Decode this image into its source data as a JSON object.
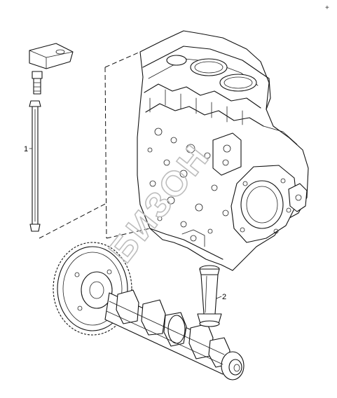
{
  "corner_mark": "+",
  "callouts": [
    {
      "id": "pushrod",
      "text": "1"
    },
    {
      "id": "tappet",
      "text": "2"
    }
  ],
  "watermark": {
    "text": "БИЗОН"
  }
}
